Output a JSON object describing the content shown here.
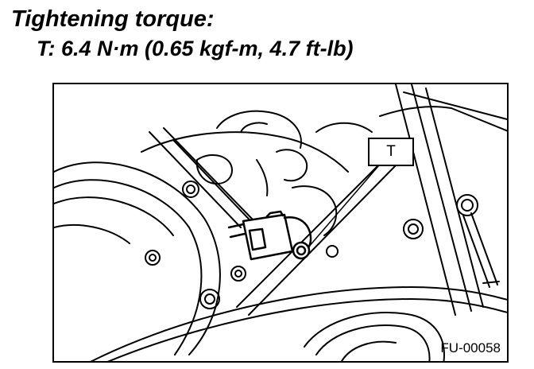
{
  "heading": "Tightening torque:",
  "torque_spec": "T: 6.4 N·m (0.65 kgf-m, 4.7 ft-lb)",
  "figure": {
    "callout_label": "T",
    "figure_id": "FU-00058"
  }
}
